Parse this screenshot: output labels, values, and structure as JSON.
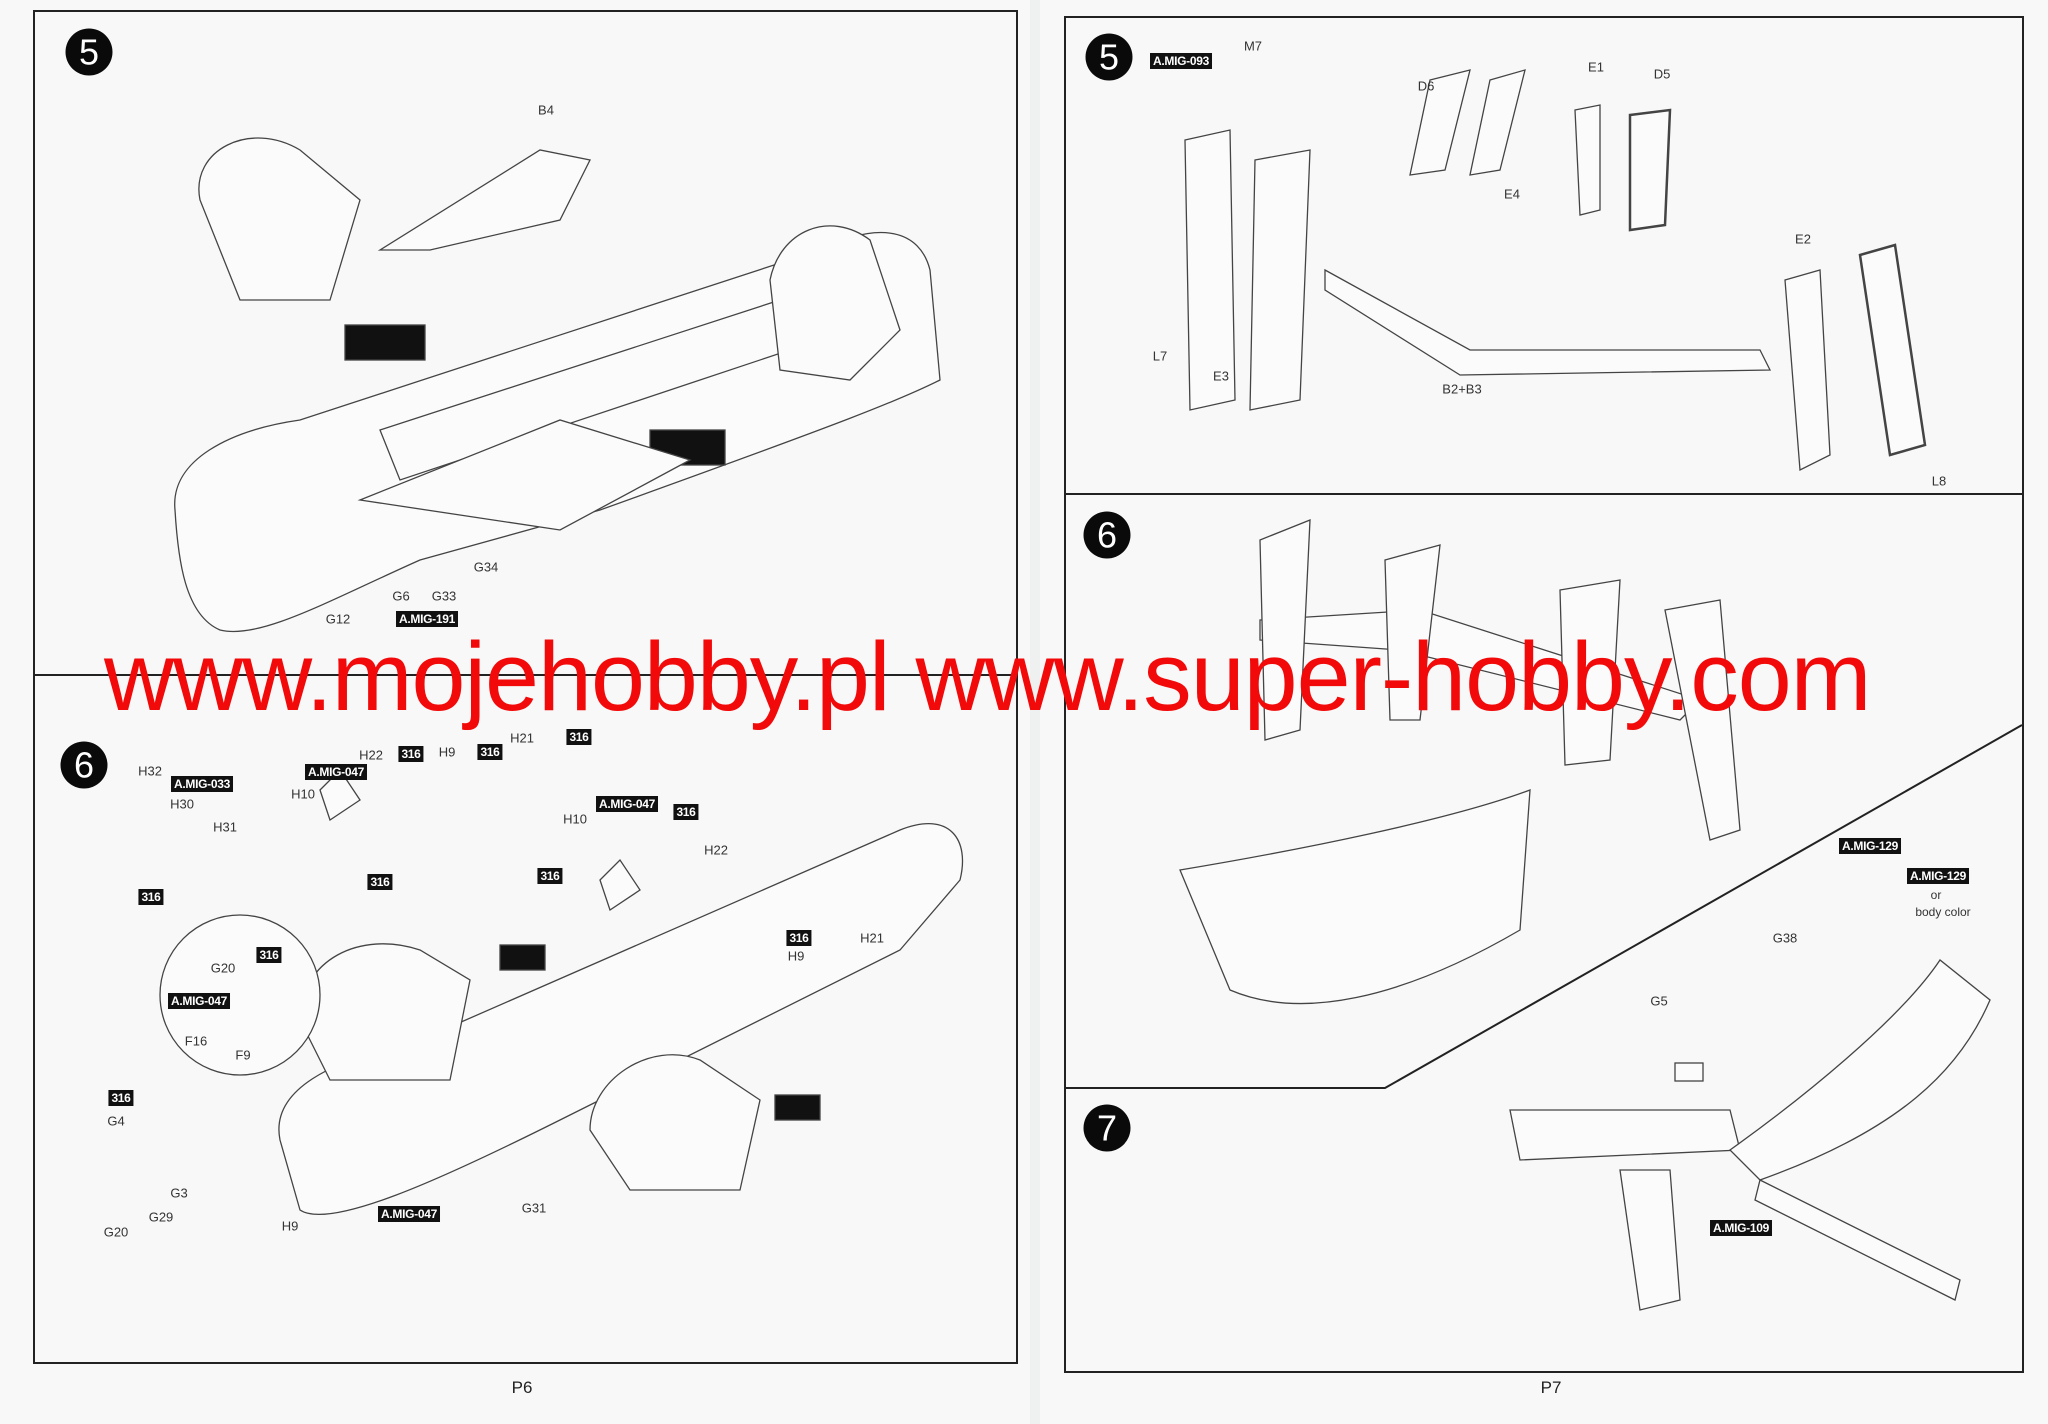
{
  "watermark": "www.mojehobby.pl www.super-hobby.com",
  "left_page": {
    "page_number": "P6",
    "step5": {
      "number": "5",
      "labels": [
        "B4",
        "G34",
        "G33",
        "G6",
        "G12"
      ],
      "paints": [
        "A.MIG-191"
      ]
    },
    "step6": {
      "number": "6",
      "labels": [
        "H32",
        "H30",
        "H31",
        "H22",
        "H9",
        "H21",
        "H10",
        "H10",
        "H22",
        "H9",
        "H21",
        "G20",
        "F16",
        "F9",
        "G4",
        "G3",
        "G29",
        "G20",
        "H9",
        "G31"
      ],
      "paints": [
        "A.MIG-033",
        "316",
        "A.MIG-047",
        "316",
        "316",
        "316",
        "316",
        "A.MIG-047",
        "316",
        "316",
        "316",
        "316",
        "A.MIG-047",
        "316",
        "A.MIG-047"
      ]
    }
  },
  "right_page": {
    "page_number": "P7",
    "step5": {
      "number": "5",
      "labels": [
        "M7",
        "D6",
        "E1",
        "D5",
        "E4",
        "E2",
        "L7",
        "E3",
        "B2+B3",
        "L8"
      ],
      "paints": [
        "A.MIG-093"
      ]
    },
    "step6": {
      "number": "6"
    },
    "step7": {
      "number": "7",
      "labels": [
        "G38",
        "G5",
        "or",
        "body color"
      ],
      "paints": [
        "A.MIG-129",
        "A.MIG-129",
        "A.MIG-109"
      ]
    }
  }
}
